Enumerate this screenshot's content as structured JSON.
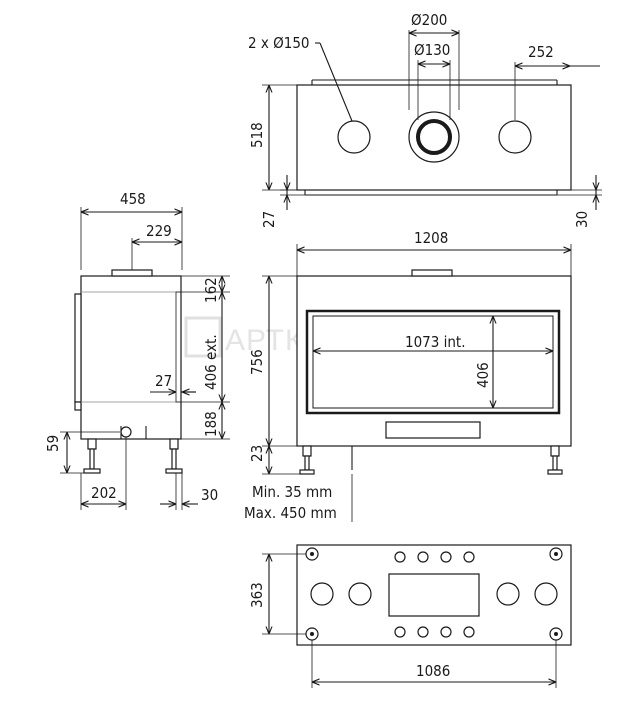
{
  "watermark": "АРТКАМИН",
  "top_view": {
    "pipe_count_label": "2 x Ø150",
    "outer_pipe_label": "Ø200",
    "inner_pipe_label": "Ø130",
    "pipe_spacing": "252",
    "depth": "518",
    "left_offset": "27",
    "right_offset": "30"
  },
  "side_view": {
    "width": "458",
    "flue_position": "229",
    "top_section": "162",
    "door_height_ext": "406 ext.",
    "wall_offset": "27",
    "bottom_section": "188",
    "inlet_height": "59",
    "leg_spacing": "202",
    "leg_width": "30"
  },
  "front_view": {
    "width": "1208",
    "height": "756",
    "glass_width": "1073 int.",
    "glass_height": "406",
    "leg_height": "23",
    "leg_min": "Min. 35 mm",
    "leg_max": "Max. 450 mm"
  },
  "bottom_view": {
    "depth": "363",
    "width": "1086"
  }
}
